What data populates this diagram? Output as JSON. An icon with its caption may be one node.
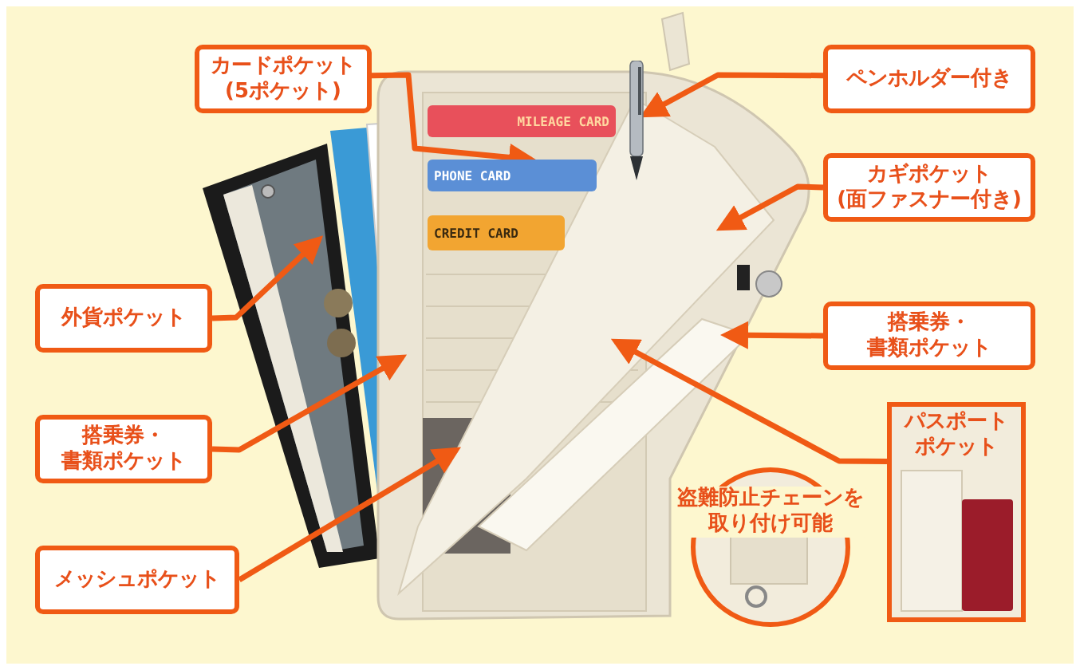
{
  "diagram": {
    "nodes": [
      {
        "text": [
          "カードポケット(5ポケット)"
        ]
      },
      {
        "text": [
          "外貨ポケット"
        ]
      },
      {
        "text": [
          "搭乗券・書類ポケット"
        ]
      },
      {
        "text": [
          "メッシュポケット"
        ]
      },
      {
        "text": [
          "ペンホルダー付き"
        ]
      },
      {
        "text": [
          "カギポケット(面ファスナー付き)"
        ]
      },
      {
        "text": [
          "搭乗券・書類ポケット"
        ]
      },
      {
        "text": [
          "パスポートポケット"
        ]
      },
      {
        "text": [
          "盗難防止チェーンを取り付け可能"
        ]
      },
      {
        "text": [
          "MILEAGE CARD"
        ]
      },
      {
        "text": [
          "PHONE CARD"
        ]
      },
      {
        "text": [
          "CREDIT CARD"
        ]
      },
      {
        "text": [],
        "shape": "picture"
      }
    ],
    "edges": [
      {
        "from": 0,
        "to": 10,
        "arrow": "to"
      },
      {
        "from": 1,
        "to": null,
        "arrow": "to"
      },
      {
        "from": 2,
        "to": null,
        "arrow": "to"
      },
      {
        "from": 3,
        "to": null,
        "arrow": "to"
      },
      {
        "from": 4,
        "to": 12,
        "arrow": "to"
      },
      {
        "from": 5,
        "to": null,
        "arrow": "to"
      },
      {
        "from": 6,
        "to": null,
        "arrow": "to"
      },
      {
        "from": 7,
        "to": null,
        "arrow": "to"
      }
    ]
  }
}
